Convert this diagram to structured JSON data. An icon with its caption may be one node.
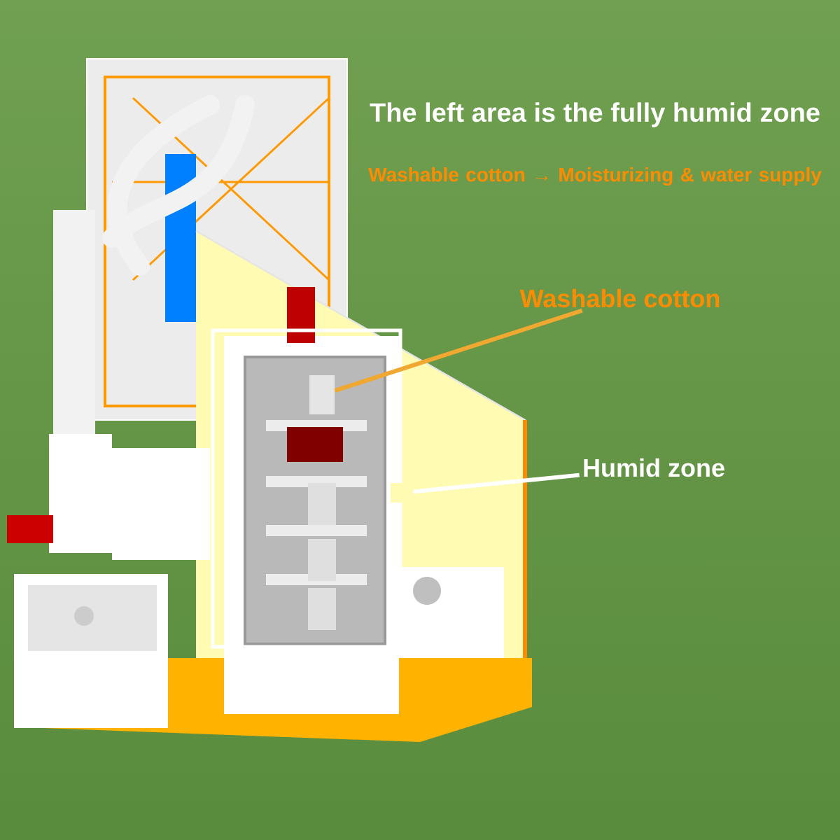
{
  "diagram": {
    "title": "The left area is the fully humid zone",
    "nodes": [
      {
        "text": [
          "Washable cotton"
        ]
      },
      {
        "text": [],
        "shape": "box"
      },
      {
        "text": [
          "Humid zone"
        ]
      },
      {
        "text": [],
        "shape": "box"
      }
    ],
    "edges": [
      {
        "from": 0,
        "to": 1,
        "arrow": "none",
        "color": "#f0a830"
      },
      {
        "from": 2,
        "to": 3,
        "arrow": "none",
        "color": "#ffffff"
      }
    ],
    "labels": [
      "Washable cotton → Moisturizing & water supply"
    ]
  }
}
